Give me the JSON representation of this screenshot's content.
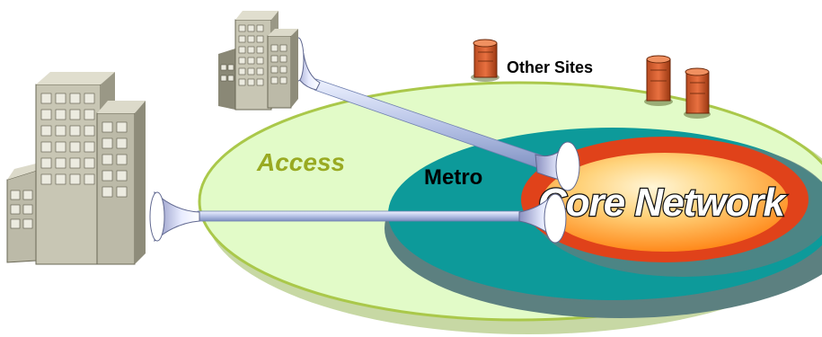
{
  "diagram": {
    "labels": {
      "access": "Access",
      "metro": "Metro",
      "core": "Core Network",
      "other_sites": "Other Sites"
    },
    "colors": {
      "access_fill": "#e2fbc8",
      "access_ring": "#aac84a",
      "metro_fill": "#0d9a9a",
      "metro_shadow": "#5c8080",
      "core_ring": "#e0421a",
      "core_fill": "#ffb347",
      "building": "#c8c6b4",
      "server": "#d8602e",
      "link": "#c8d2ec"
    },
    "links": [
      {
        "name": "small-building-to-metro"
      },
      {
        "name": "large-building-to-metro"
      }
    ]
  }
}
